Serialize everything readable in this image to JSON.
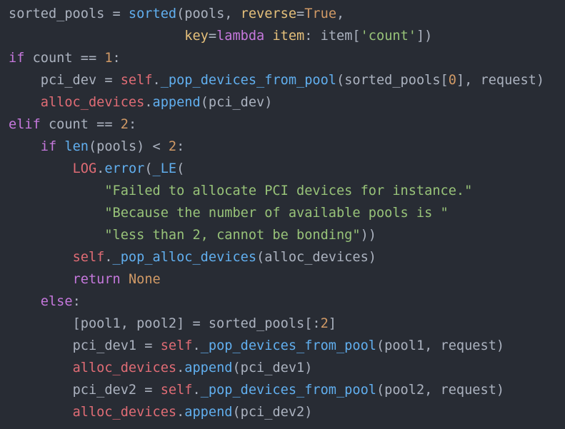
{
  "theme": {
    "background": "#282c34",
    "colors": {
      "plain": "#abb2bf",
      "keyword": "#c678dd",
      "function": "#61afef",
      "self": "#e06c75",
      "param": "#e5c07b",
      "constant": "#d19a66",
      "number": "#d19a66",
      "string": "#98c379"
    }
  },
  "code": {
    "lines": [
      {
        "indent": "",
        "tokens": [
          {
            "t": "sorted_pools = ",
            "c": "plain"
          },
          {
            "t": "sorted",
            "c": "function"
          },
          {
            "t": "(pools, ",
            "c": "plain"
          },
          {
            "t": "reverse",
            "c": "param"
          },
          {
            "t": "=",
            "c": "plain"
          },
          {
            "t": "True",
            "c": "constant"
          },
          {
            "t": ",",
            "c": "plain"
          }
        ]
      },
      {
        "indent": "                      ",
        "tokens": [
          {
            "t": "key",
            "c": "param"
          },
          {
            "t": "=",
            "c": "plain"
          },
          {
            "t": "lambda",
            "c": "keyword"
          },
          {
            "t": " ",
            "c": "plain"
          },
          {
            "t": "item",
            "c": "param"
          },
          {
            "t": ": item[",
            "c": "plain"
          },
          {
            "t": "'count'",
            "c": "string"
          },
          {
            "t": "])",
            "c": "plain"
          }
        ]
      },
      {
        "indent": "",
        "tokens": [
          {
            "t": "if",
            "c": "keyword"
          },
          {
            "t": " count == ",
            "c": "plain"
          },
          {
            "t": "1",
            "c": "number"
          },
          {
            "t": ":",
            "c": "plain"
          }
        ]
      },
      {
        "indent": "    ",
        "tokens": [
          {
            "t": "pci_dev = ",
            "c": "plain"
          },
          {
            "t": "self",
            "c": "self"
          },
          {
            "t": ".",
            "c": "plain"
          },
          {
            "t": "_pop_devices_from_pool",
            "c": "function"
          },
          {
            "t": "(sorted_pools[",
            "c": "plain"
          },
          {
            "t": "0",
            "c": "number"
          },
          {
            "t": "], request)",
            "c": "plain"
          }
        ]
      },
      {
        "indent": "    ",
        "tokens": [
          {
            "t": "alloc_devices",
            "c": "self"
          },
          {
            "t": ".",
            "c": "plain"
          },
          {
            "t": "append",
            "c": "function"
          },
          {
            "t": "(pci_dev)",
            "c": "plain"
          }
        ]
      },
      {
        "indent": "",
        "tokens": [
          {
            "t": "elif",
            "c": "keyword"
          },
          {
            "t": " count == ",
            "c": "plain"
          },
          {
            "t": "2",
            "c": "number"
          },
          {
            "t": ":",
            "c": "plain"
          }
        ]
      },
      {
        "indent": "    ",
        "tokens": [
          {
            "t": "if",
            "c": "keyword"
          },
          {
            "t": " ",
            "c": "plain"
          },
          {
            "t": "len",
            "c": "function"
          },
          {
            "t": "(pools) < ",
            "c": "plain"
          },
          {
            "t": "2",
            "c": "number"
          },
          {
            "t": ":",
            "c": "plain"
          }
        ]
      },
      {
        "indent": "        ",
        "tokens": [
          {
            "t": "LOG",
            "c": "self"
          },
          {
            "t": ".",
            "c": "plain"
          },
          {
            "t": "error",
            "c": "function"
          },
          {
            "t": "(",
            "c": "plain"
          },
          {
            "t": "_LE",
            "c": "function"
          },
          {
            "t": "(",
            "c": "plain"
          }
        ]
      },
      {
        "indent": "            ",
        "tokens": [
          {
            "t": "\"Failed to allocate PCI devices for instance.\"",
            "c": "string"
          }
        ]
      },
      {
        "indent": "            ",
        "tokens": [
          {
            "t": "\"Because the number of available pools is \"",
            "c": "string"
          }
        ]
      },
      {
        "indent": "            ",
        "tokens": [
          {
            "t": "\"less than 2, cannot be bonding\"",
            "c": "string"
          },
          {
            "t": "))",
            "c": "plain"
          }
        ]
      },
      {
        "indent": "        ",
        "tokens": [
          {
            "t": "self",
            "c": "self"
          },
          {
            "t": ".",
            "c": "plain"
          },
          {
            "t": "_pop_alloc_devices",
            "c": "function"
          },
          {
            "t": "(alloc_devices)",
            "c": "plain"
          }
        ]
      },
      {
        "indent": "        ",
        "tokens": [
          {
            "t": "return",
            "c": "keyword"
          },
          {
            "t": " ",
            "c": "plain"
          },
          {
            "t": "None",
            "c": "constant"
          }
        ]
      },
      {
        "indent": "    ",
        "tokens": [
          {
            "t": "else",
            "c": "keyword"
          },
          {
            "t": ":",
            "c": "plain"
          }
        ]
      },
      {
        "indent": "        ",
        "tokens": [
          {
            "t": "[pool1, pool2] = sorted_pools[:",
            "c": "plain"
          },
          {
            "t": "2",
            "c": "number"
          },
          {
            "t": "]",
            "c": "plain"
          }
        ]
      },
      {
        "indent": "        ",
        "tokens": [
          {
            "t": "pci_dev1 = ",
            "c": "plain"
          },
          {
            "t": "self",
            "c": "self"
          },
          {
            "t": ".",
            "c": "plain"
          },
          {
            "t": "_pop_devices_from_pool",
            "c": "function"
          },
          {
            "t": "(pool1, request)",
            "c": "plain"
          }
        ]
      },
      {
        "indent": "        ",
        "tokens": [
          {
            "t": "alloc_devices",
            "c": "self"
          },
          {
            "t": ".",
            "c": "plain"
          },
          {
            "t": "append",
            "c": "function"
          },
          {
            "t": "(pci_dev1)",
            "c": "plain"
          }
        ]
      },
      {
        "indent": "        ",
        "tokens": [
          {
            "t": "pci_dev2 = ",
            "c": "plain"
          },
          {
            "t": "self",
            "c": "self"
          },
          {
            "t": ".",
            "c": "plain"
          },
          {
            "t": "_pop_devices_from_pool",
            "c": "function"
          },
          {
            "t": "(pool2, request)",
            "c": "plain"
          }
        ]
      },
      {
        "indent": "        ",
        "tokens": [
          {
            "t": "alloc_devices",
            "c": "self"
          },
          {
            "t": ".",
            "c": "plain"
          },
          {
            "t": "append",
            "c": "function"
          },
          {
            "t": "(pci_dev2)",
            "c": "plain"
          }
        ]
      }
    ]
  }
}
